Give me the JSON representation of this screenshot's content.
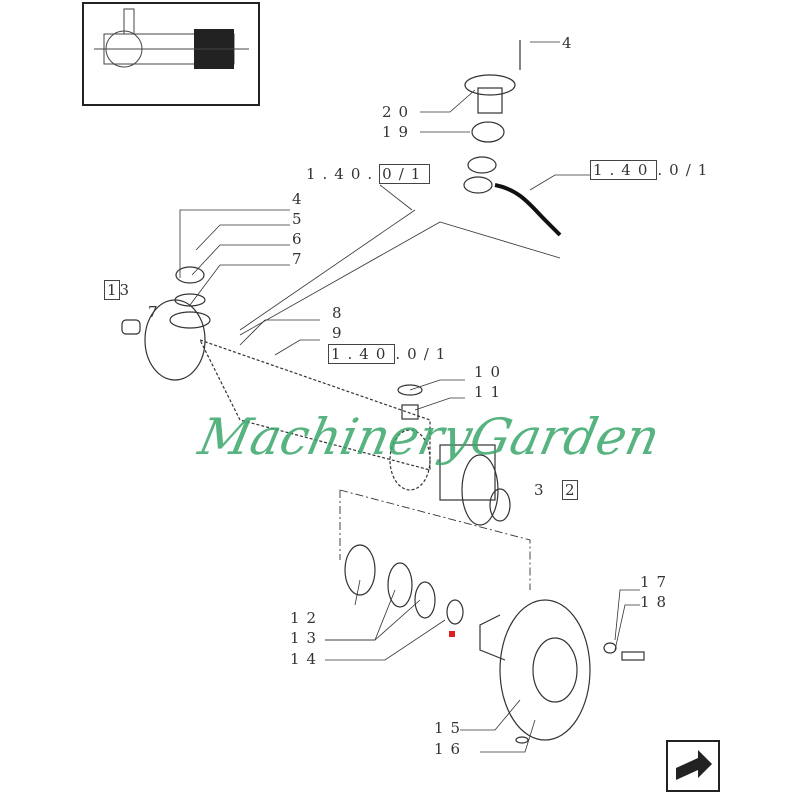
{
  "labels": {
    "top_4": "4",
    "l20": "20",
    "l19": "19",
    "ref_a_prefix": "1.40.",
    "ref_a_box": "0/1",
    "ref_b_box": "1.40",
    "ref_b_suffix": ".0/1",
    "l4": "4",
    "l5": "5",
    "l6": "6",
    "l7": "7",
    "l13_box": "1",
    "l13": "3",
    "l7b": "7",
    "l8": "8",
    "l9": "9",
    "ref_c_box": "1.40",
    "ref_c_suffix": ".0/1",
    "l10": "10",
    "l11": "11",
    "l3": "3",
    "l2_box": "2",
    "l12": "12",
    "l13b": "13",
    "l14": "14",
    "l15": "15",
    "l16": "16",
    "l17": "17",
    "l18": "18"
  },
  "watermark": "MachineryGarden",
  "colors": {
    "watermark": "#3aa66a",
    "marker": "#e02020"
  }
}
